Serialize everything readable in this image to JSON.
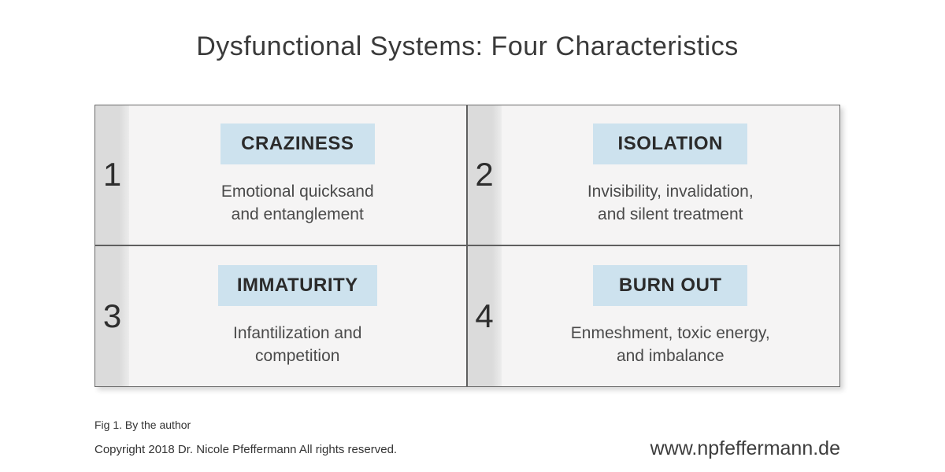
{
  "title": "Dysfunctional Systems: Four Characteristics",
  "quadrants": [
    {
      "number": "1",
      "label": "CRAZINESS",
      "description": "Emotional quicksand\nand entanglement"
    },
    {
      "number": "2",
      "label": "ISOLATION",
      "description": "Invisibility, invalidation,\nand silent treatment"
    },
    {
      "number": "3",
      "label": "IMMATURITY",
      "description": "Infantilization and\ncompetition"
    },
    {
      "number": "4",
      "label": "BURN OUT",
      "description": "Enmeshment, toxic energy,\nand imbalance"
    }
  ],
  "footer": {
    "figure_caption": "Fig 1. By the author",
    "copyright": "Copyright 2018 Dr. Nicole Pfeffermann All rights reserved.",
    "website": "www.npfeffermann.de"
  },
  "colors": {
    "label_background": "#cde2ee",
    "number_strip_background": "#dbdbdb",
    "panel_background": "#f5f4f4",
    "grid_border": "#5f5f5f",
    "title_text": "#3a3a3a",
    "body_text": "#4a4a4a"
  }
}
